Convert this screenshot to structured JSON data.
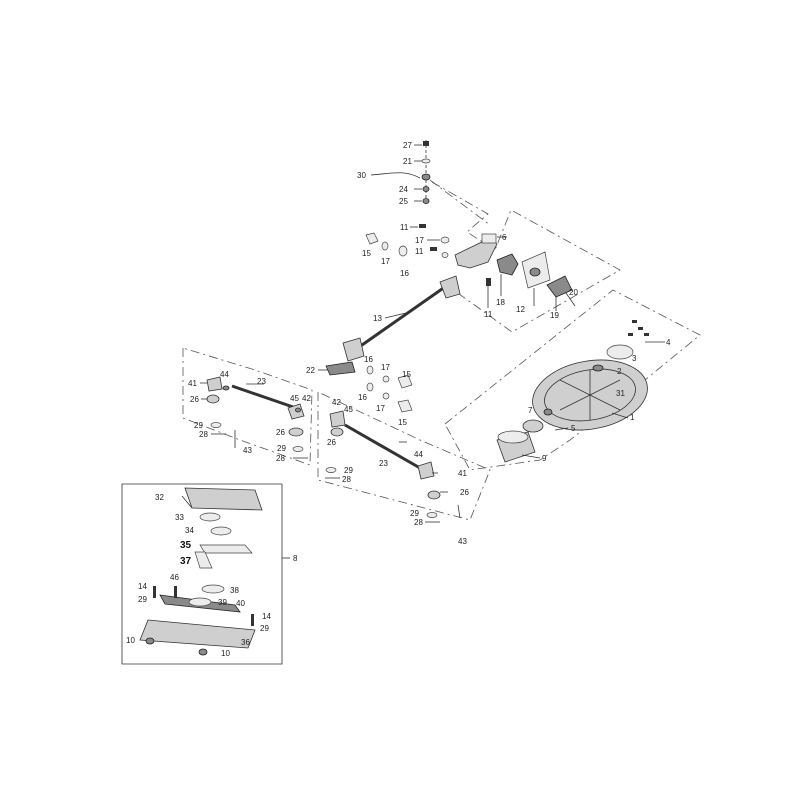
{
  "diagram": {
    "callouts": {
      "c27": "27",
      "c21": "21",
      "c30": "30",
      "c24": "24",
      "c25": "25",
      "c11a": "11",
      "c17a": "17",
      "c6": "6",
      "c11b": "11",
      "c15a": "15",
      "c17b": "17",
      "c16a": "16",
      "c18": "18",
      "c11c": "11",
      "c12": "12",
      "c19": "19",
      "c20": "20",
      "c13": "13",
      "c4": "4",
      "c3": "3",
      "c2": "2",
      "c31": "31",
      "c1": "1",
      "c7": "7",
      "c5": "5",
      "c9": "9",
      "c22": "22",
      "c16b": "16",
      "c17c": "17",
      "c15b": "15",
      "c16c": "16",
      "c17d": "17",
      "c15c": "15",
      "c44a": "44",
      "c41a": "41",
      "c23a": "23",
      "c26a": "26",
      "c45a": "45",
      "c42a": "42",
      "c29a": "29",
      "c28a": "28",
      "c26b": "26",
      "c43a": "43",
      "c29b": "29",
      "c28b": "28",
      "c42b": "42",
      "c45b": "45",
      "c26c": "26",
      "c23b": "23",
      "c44b": "44",
      "c41b": "41",
      "c29c": "29",
      "c28c": "28",
      "c26d": "26",
      "c29d": "29",
      "c28d": "28",
      "c43b": "43",
      "c32": "32",
      "c33": "33",
      "c34": "34",
      "c35": "35",
      "c37": "37",
      "c8": "8",
      "c14a": "14",
      "c46": "46",
      "c38": "38",
      "c29e": "29",
      "c39": "39",
      "c40": "40",
      "c14b": "14",
      "c29f": "29",
      "c10a": "10",
      "c36": "36",
      "c10b": "10"
    }
  }
}
